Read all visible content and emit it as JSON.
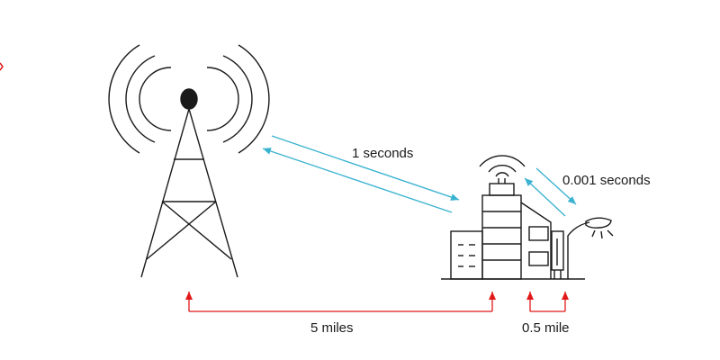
{
  "diagram": {
    "labels": {
      "tower_link_time": "1 seconds",
      "edge_link_time": "0.001 seconds",
      "tower_distance": "5 miles",
      "edge_distance": "0.5 mile"
    },
    "colors": {
      "link_arrow": "#3bb3d0",
      "distance_arrow": "#e01818",
      "line": "#1a1a1a"
    },
    "icons": [
      "cell-tower-icon",
      "office-building-icon",
      "street-light-icon",
      "edge-device-icon"
    ]
  }
}
